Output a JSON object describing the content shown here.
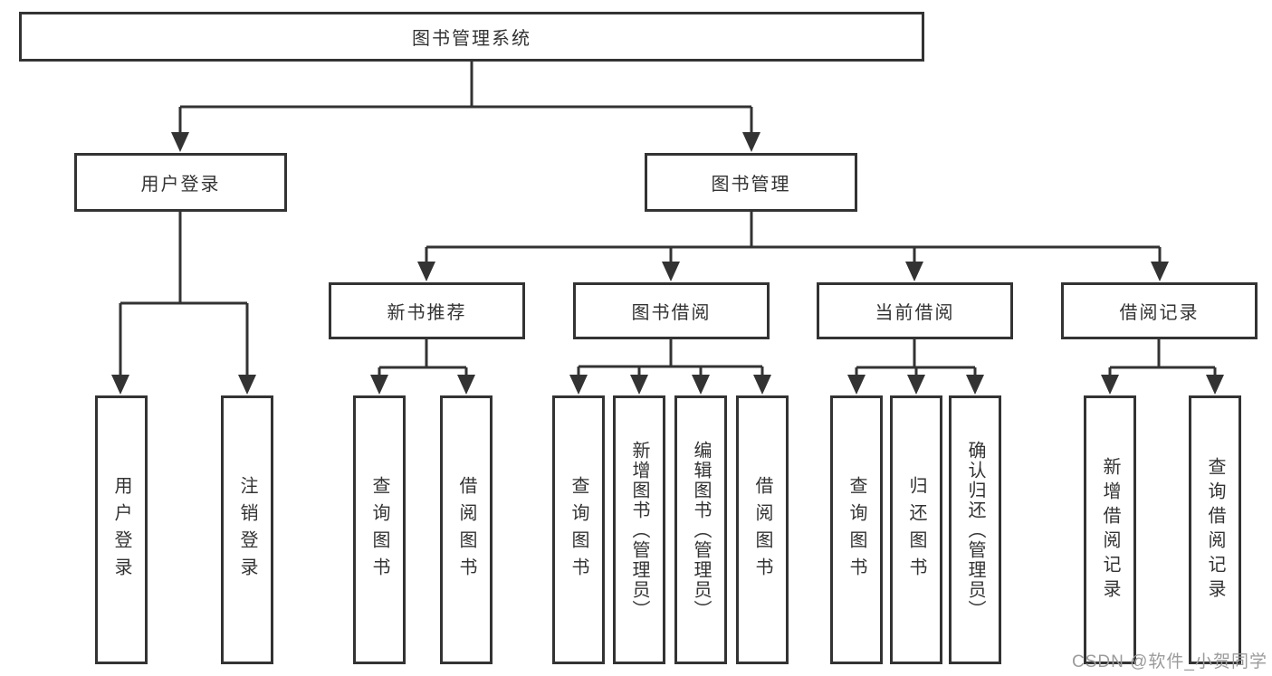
{
  "diagram": {
    "root": {
      "label": "图书管理系统",
      "children": [
        {
          "label": "用户登录",
          "children": [
            {
              "label": "用户登录"
            },
            {
              "label": "注销登录"
            }
          ]
        },
        {
          "label": "图书管理",
          "children": [
            {
              "label": "新书推荐",
              "children": [
                {
                  "label": "查询图书"
                },
                {
                  "label": "借阅图书"
                }
              ]
            },
            {
              "label": "图书借阅",
              "children": [
                {
                  "label": "查询图书"
                },
                {
                  "label": "新增图书（管理员）"
                },
                {
                  "label": "编辑图书（管理员）"
                },
                {
                  "label": "借阅图书"
                }
              ]
            },
            {
              "label": "当前借阅",
              "children": [
                {
                  "label": "查询图书"
                },
                {
                  "label": "归还图书"
                },
                {
                  "label": "确认归还（管理员）"
                }
              ]
            },
            {
              "label": "借阅记录",
              "children": [
                {
                  "label": "新增借阅记录"
                },
                {
                  "label": "查询借阅记录"
                }
              ]
            }
          ]
        }
      ]
    }
  },
  "watermark": {
    "text": "CSDN @软件_小贺同学"
  },
  "colors": {
    "line": "#333333",
    "box_border": "#333333",
    "text": "#333333",
    "watermark": "#9b9b9b",
    "background": "#ffffff"
  }
}
